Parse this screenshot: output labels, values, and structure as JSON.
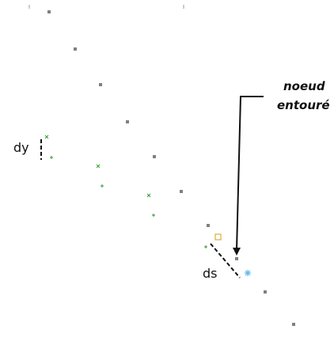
{
  "labels": {
    "dy": "dy",
    "ds": "ds",
    "callout_line1": "noeud",
    "callout_line2": "entouré"
  },
  "colors": {
    "grey_node": "#808080",
    "green_marker": "#2e9e2e",
    "circled_node": "#e0b24a",
    "star_node": "#5fb8e8",
    "ink": "#111111"
  },
  "markers": {
    "grey": "square",
    "green": "cross-plus",
    "circled": "hollow-square",
    "special": "asterisk"
  }
}
